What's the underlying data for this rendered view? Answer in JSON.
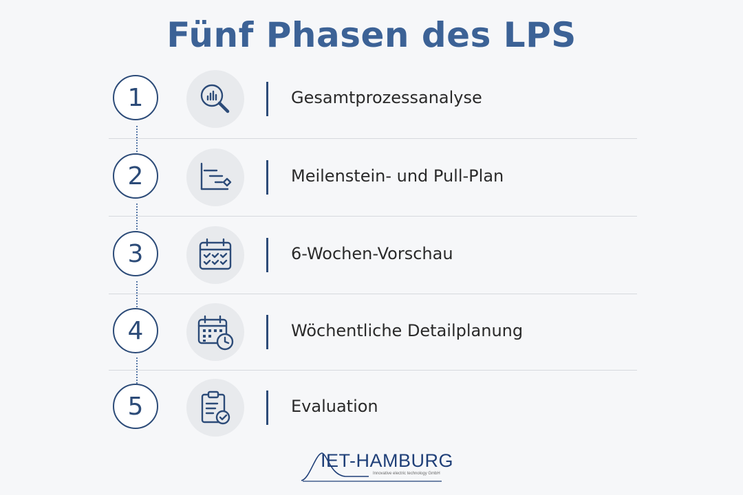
{
  "title": "Fünf Phasen des LPS",
  "colors": {
    "title": "#3c6296",
    "accent": "#2c4b78",
    "icon_background": "#e8eaed",
    "text": "#2a2a2a",
    "background": "#f6f7f9"
  },
  "phases": [
    {
      "number": "1",
      "label": "Gesamtprozessanalyse",
      "icon": "magnifier-chart-icon"
    },
    {
      "number": "2",
      "label": "Meilenstein- und Pull-Plan",
      "icon": "milestone-gantt-icon"
    },
    {
      "number": "3",
      "label": "6-Wochen-Vorschau",
      "icon": "calendar-checks-icon"
    },
    {
      "number": "4",
      "label": "Wöchentliche Detailplanung",
      "icon": "calendar-clock-icon"
    },
    {
      "number": "5",
      "label": "Evaluation",
      "icon": "clipboard-check-icon"
    }
  ],
  "logo": {
    "name": "IET-HAMBURG",
    "tagline": "Innovative electric technology GmbH"
  }
}
